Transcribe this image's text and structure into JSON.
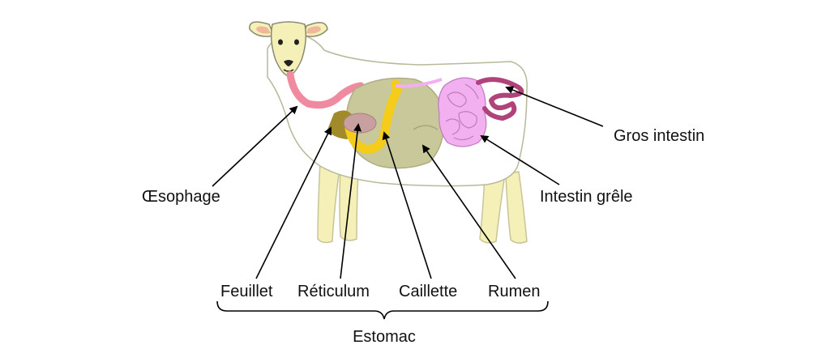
{
  "labels": {
    "esophagus": "Œsophage",
    "large_intestine": "Gros intestin",
    "small_intestine": "Intestin grêle",
    "omasum": "Feuillet",
    "reticulum": "Réticulum",
    "abomasum": "Caillette",
    "rumen": "Rumen",
    "stomach": "Estomac"
  },
  "colors": {
    "body": "#ffffff",
    "face": "#f5f0b8",
    "legs": "#f5f0b8",
    "outline": "#b8b89a",
    "esophagus": "#f08aa0",
    "rumen": "#c9c89a",
    "reticulum": "#c8a0a0",
    "abomasum": "#f5cc1a",
    "omasum": "#a08a2a",
    "small_intestine": "#f2b0f0",
    "large_intestine": "#b0447a",
    "arrow": "#000000"
  }
}
